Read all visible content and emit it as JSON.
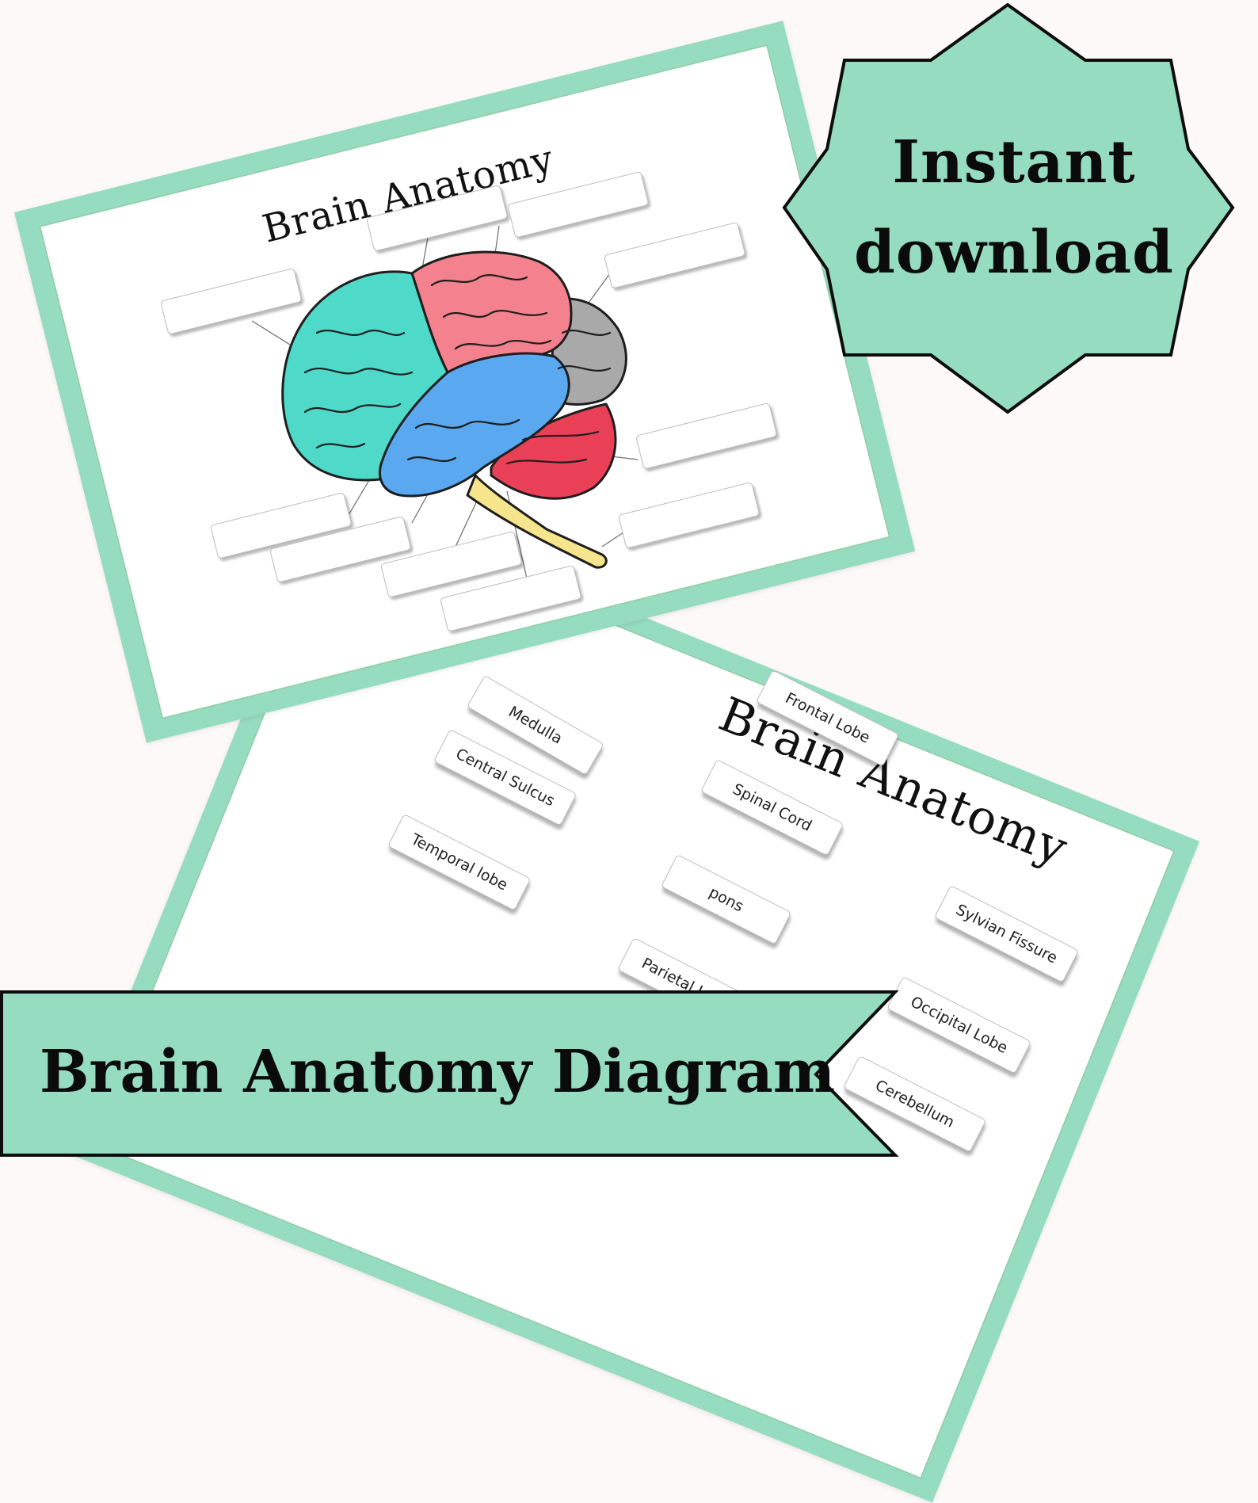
{
  "worksheet_blank": {
    "title": "Brain Anatomy"
  },
  "worksheet_labels": {
    "title": "Brain Anatomy",
    "labels": [
      "Medulla",
      "Frontal Lobe",
      "Central Sulcus",
      "Spinal Cord",
      "Temporal lobe",
      "pons",
      "Sylvian Fissure",
      "Parietal Lobe",
      "Occipital Lobe",
      "Cerebellum"
    ]
  },
  "badge": {
    "line1": "Instant",
    "line2": "download"
  },
  "banner": {
    "title": "Brain Anatomy Diagram"
  },
  "colors": {
    "mint": "#96dcc0",
    "frontal": "#4fd9c9",
    "parietal": "#f3828e",
    "occipital": "#a9a9a9",
    "temporal": "#5aa8ef",
    "cerebellum": "#e94058",
    "brainstem": "#f6e58d"
  }
}
